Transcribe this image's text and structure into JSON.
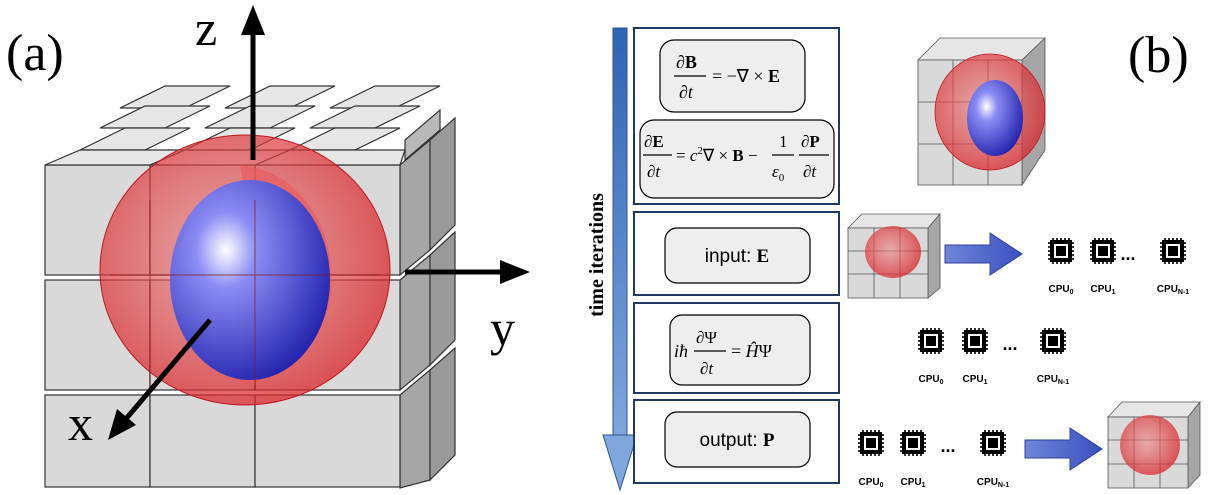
{
  "panel_a": {
    "label": "(a)",
    "axes": {
      "z": "z",
      "y": "y",
      "x": "x"
    }
  },
  "panel_b": {
    "label": "(b)",
    "time_axis_label": "time iterations",
    "steps": [
      {
        "id": "maxwell",
        "eq1": "∂B/∂t = −∇ × E",
        "eq2": "∂E/∂t = c²∇ × B − (1/ε₀) ∂P/∂t"
      },
      {
        "id": "input",
        "prefix": "input: ",
        "var": "E"
      },
      {
        "id": "schrodinger",
        "eq": "iħ ∂Ψ/∂t = ĤΨ"
      },
      {
        "id": "output",
        "prefix": "output: ",
        "var": "P"
      }
    ],
    "cpu_rows": [
      {
        "id": "row-input",
        "cpu_labels": [
          "CPU",
          "CPU",
          "CPU"
        ],
        "subs": [
          "0",
          "1",
          "N-1"
        ],
        "ellipsis": "..."
      },
      {
        "id": "row-solve",
        "cpu_labels": [
          "CPU",
          "CPU",
          "CPU"
        ],
        "subs": [
          "0",
          "1",
          "N-1"
        ],
        "ellipsis": "..."
      },
      {
        "id": "row-output",
        "cpu_labels": [
          "CPU",
          "CPU",
          "CPU"
        ],
        "subs": [
          "0",
          "1",
          "N-1"
        ],
        "ellipsis": "..."
      }
    ]
  },
  "colors": {
    "cube_face": "#d9d9d9",
    "cube_side": "#a6a6a6",
    "cube_top": "#e6e6e6",
    "red_shell": "#e0282d",
    "blue_core": "#2d2dd6",
    "arrow_blue": "#4a7cc7",
    "box_fill": "#eeeeee",
    "box_border": "#1f3864"
  }
}
